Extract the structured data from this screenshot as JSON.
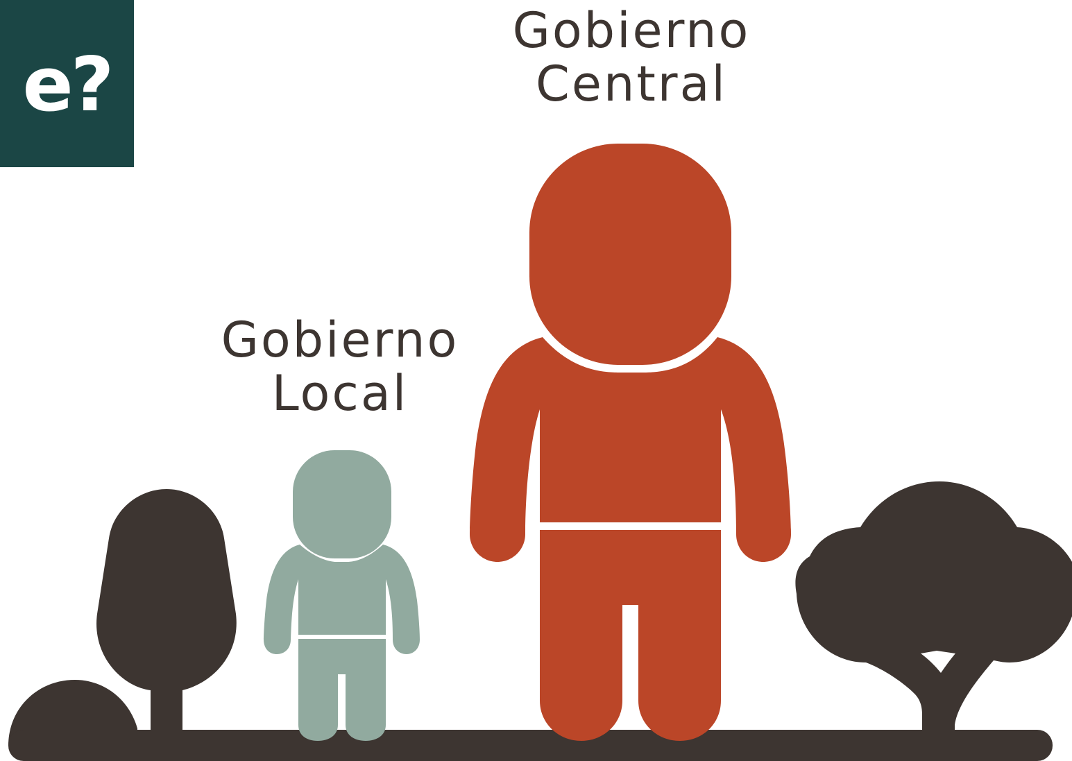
{
  "logo": {
    "text": "e?",
    "background": "#1b4645",
    "color": "#ffffff"
  },
  "labels": {
    "central": {
      "line1": "Gobierno",
      "line2": "Central"
    },
    "local": {
      "line1": "Gobierno",
      "line2": "Local"
    }
  },
  "colors": {
    "text": "#3d3531",
    "central_figure": "#bb4628",
    "local_figure": "#91aa9f",
    "ground_and_trees": "#3d3531"
  }
}
